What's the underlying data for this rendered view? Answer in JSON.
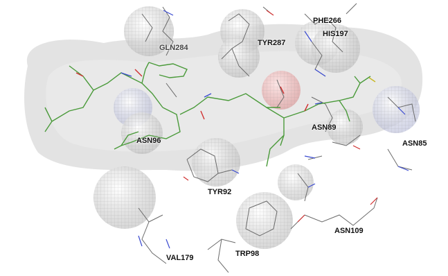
{
  "residue_labels": {
    "gln284": "GLN284",
    "tyr287": "TYR287",
    "phe266": "PHE266",
    "his197": "HIS197",
    "asn96": "ASN96",
    "asn89": "ASN89",
    "asn85": "ASN85",
    "tyr92": "TYR92",
    "asn109": "ASN109",
    "val179": "VAL179",
    "trp98": "TRP98"
  },
  "colors": {
    "background": "#ffffff",
    "surface": "#d9d9d9",
    "ligand_carbon": "#4a9a3a",
    "oxygen": "#d03030",
    "nitrogen": "#3a4ad0",
    "sulfur": "#c8b820",
    "mesh": "#8a8a8a",
    "protein_carbon": "#6a6a6a"
  }
}
